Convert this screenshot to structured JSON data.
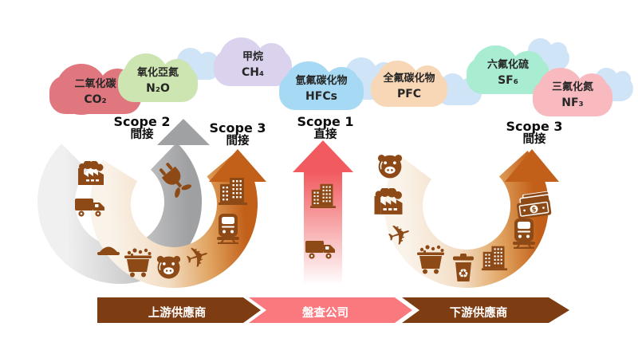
{
  "clouds": [
    {
      "name": "二氧化碳",
      "formula": "CO₂"
    },
    {
      "name": "氧化亞氮",
      "formula": "N₂O"
    },
    {
      "name": "甲烷",
      "formula": "CH₄"
    },
    {
      "name": "氫氟碳化物",
      "formula": "HFCs"
    },
    {
      "name": "全氟碳化物",
      "formula": "PFC"
    },
    {
      "name": "六氟化硫",
      "formula": "SF₆"
    },
    {
      "name": "三氟化氮",
      "formula": "NF₃"
    }
  ],
  "scopes": {
    "scope2": {
      "label": "Scope 2",
      "type": "間接"
    },
    "scope3_left": {
      "label": "Scope 3",
      "type": "間接"
    },
    "scope1": {
      "label": "Scope 1",
      "type": "直接"
    },
    "scope3_right": {
      "label": "Scope 3",
      "type": "間接"
    }
  },
  "banner": {
    "segments": [
      {
        "label": "上游供應商"
      },
      {
        "label": "盤查公司"
      },
      {
        "label": "下游供應商"
      }
    ]
  },
  "icons": {
    "factory-icon": "factory with smoke",
    "truck-icon": "delivery truck",
    "tray-icon": "covered food tray",
    "waste-cart-icon": "cart full of waste",
    "pig-icon": "pig head (livestock)",
    "airplane-icon": "✈",
    "train-icon": "train front",
    "building-icon": "office buildings",
    "money-icon": "banknotes $",
    "recycle-bin-icon": "bin with ♻",
    "plug-icon": "power plug with leaves"
  },
  "colors": {
    "cloud_co2": "#e0767e",
    "cloud_n2o": "#cde5b1",
    "cloud_ch4": "#dbd3ee",
    "cloud_hfcs": "#a6d9f3",
    "cloud_pfc": "#f8d7b7",
    "cloud_sf6": "#a8ecd2",
    "cloud_nf3": "#f8babe",
    "cloud_decorative": "#cfe4f7",
    "scope2_gray": "#a0a1a3",
    "scope3_orange": "#c2601a",
    "scope1_red": "#f15a5e",
    "band_light": "#faf3ea",
    "banner_brown": "#7d3c11",
    "banner_pink": "#f9797f",
    "icon_brown": "#8d4a17",
    "label_text": "#0d0d0d",
    "banner_text": "#ffffff"
  }
}
